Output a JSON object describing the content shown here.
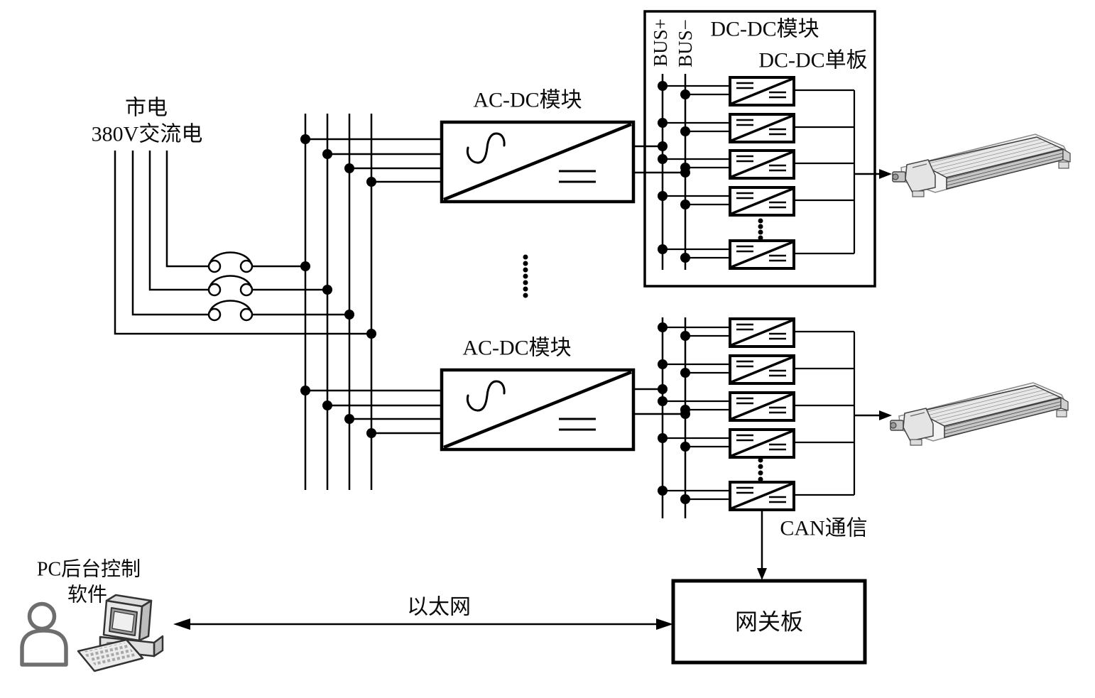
{
  "diagram": {
    "mains": {
      "line1": "市电",
      "line2": "380V交流电"
    },
    "acdc_modules": [
      {
        "label": "AC-DC模块"
      },
      {
        "label": "AC-DC模块"
      }
    ],
    "dcdc_section": {
      "module_label": "DC-DC模块",
      "board_label": "DC-DC单板",
      "bus_plus_label": "BUS+",
      "bus_minus_label": "BUS−"
    },
    "can_link": {
      "label": "CAN通信"
    },
    "ethernet_link": {
      "label": "以太网"
    },
    "gateway": {
      "label": "网关板"
    },
    "pc": {
      "line1": "PC后台控制",
      "line2": "软件"
    },
    "colors": {
      "line": "#000000",
      "background": "#ffffff",
      "icon_gray": "#6e6e6e"
    }
  }
}
